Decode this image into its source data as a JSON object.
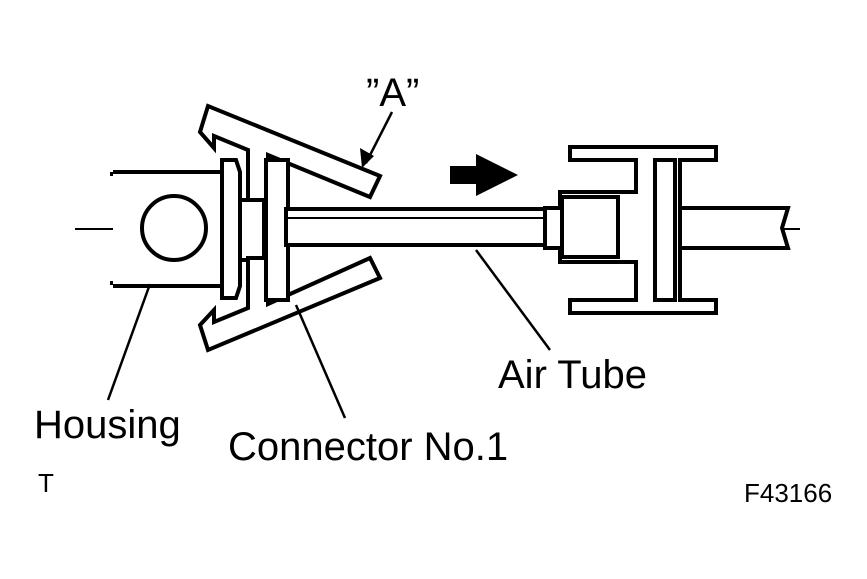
{
  "labels": {
    "detail_a": "”A”",
    "housing": "Housing",
    "connector": "Connector No.1",
    "air_tube": "Air Tube",
    "corner_mark": "T",
    "figure_code": "F43166"
  },
  "colors": {
    "ink": "#000000",
    "paper": "#ffffff"
  }
}
